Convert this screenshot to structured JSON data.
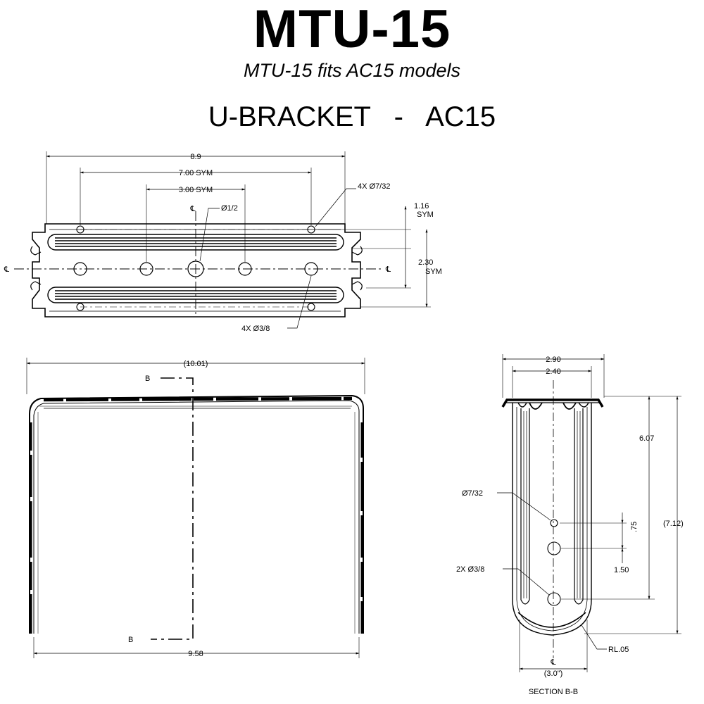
{
  "title": "MTU-15",
  "subtitle": "MTU-15 fits AC15 models",
  "heading": "U-BRACKET   -   AC15",
  "top_view": {
    "overall_width": "8.9",
    "hole_span_outer": "7.00 SYM",
    "hole_span_inner": "3.00 SYM",
    "center_hole": "Ø1/2",
    "small_holes": "4X Ø7/32",
    "large_holes": "4X Ø3/8",
    "row_offset": "1.16",
    "row_offset_note": "SYM",
    "row_spacing": "2.30",
    "row_spacing_note": "SYM",
    "centerline": "℄"
  },
  "front_view": {
    "overall_width": "(10.01)",
    "base_width": "9.58",
    "section_marker": "B"
  },
  "section_view": {
    "outer_width": "2.90",
    "inner_width": "2.40",
    "height_to_hole": "6.07",
    "overall_height": "(7.12)",
    "hole_spacing_small": ".75",
    "hole_spacing_large": "1.50",
    "small_hole": "Ø7/32",
    "large_holes": "2X Ø3/8",
    "radius": "RL.05",
    "bottom_width": "(3.0\")",
    "centerline": "℄",
    "label": "SECTION B-B"
  }
}
